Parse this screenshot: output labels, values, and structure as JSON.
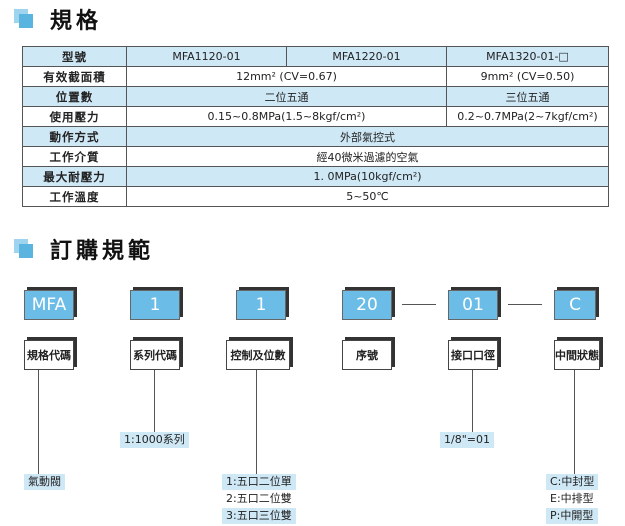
{
  "sections": {
    "spec_title": "規格",
    "order_title": "訂購規範"
  },
  "spec_table": {
    "header": {
      "label": "型號",
      "models": [
        "MFA1120-01",
        "MFA1220-01",
        "MFA1320-01-□"
      ]
    },
    "rows": [
      {
        "label": "有效截面積",
        "a": "12mm² (CV=0.67)",
        "b": "9mm² (CV=0.50)"
      },
      {
        "label": "位置數",
        "a": "二位五通",
        "b": "三位五通"
      },
      {
        "label": "使用壓力",
        "a": "0.15~0.8MPa(1.5~8kgf/cm²)",
        "b": "0.2~0.7MPa(2~7kgf/cm²)"
      },
      {
        "label": "動作方式",
        "all": "外部氣控式"
      },
      {
        "label": "工作介質",
        "all": "經40微米過濾的空氣"
      },
      {
        "label": "最大耐壓力",
        "all": "1. 0MPa(10kgf/cm²)"
      },
      {
        "label": "工作溫度",
        "all": "5~50℃"
      }
    ]
  },
  "order_code": {
    "codes": [
      "MFA",
      "1",
      "1",
      "20",
      "01",
      "C"
    ],
    "labels": [
      "規格代碼",
      "系列代碼",
      "控制及位數",
      "序號",
      "接口口徑",
      "中間狀態"
    ],
    "descriptions": {
      "spec": [
        "氣動閥"
      ],
      "series": [
        "1:1000系列"
      ],
      "control": [
        "1:五口二位單",
        "2:五口二位雙",
        "3:五口三位雙"
      ],
      "port": [
        "1/8\"=01"
      ],
      "center": [
        "C:中封型",
        "E:中排型",
        "P:中開型"
      ]
    }
  }
}
